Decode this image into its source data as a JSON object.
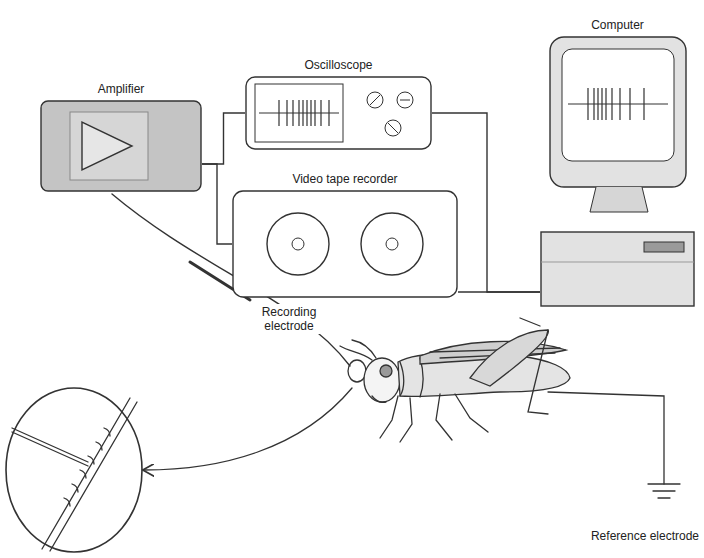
{
  "diagram": {
    "nodes": [
      {
        "text": [
          "Amplifier"
        ]
      },
      {
        "text": [
          "Oscilloscope"
        ]
      },
      {
        "text": [
          "Video tape recorder"
        ]
      },
      {
        "text": [
          "Computer"
        ]
      }
    ],
    "edges": [
      {
        "from": 0,
        "to": 1,
        "arrow": "none"
      },
      {
        "from": 0,
        "to": 2,
        "arrow": "none"
      },
      {
        "from": 1,
        "to": 3,
        "arrow": "none"
      },
      {
        "from": 2,
        "to": 3,
        "arrow": "none"
      }
    ],
    "labels": [
      "Recording electrode",
      "Reference electrode"
    ]
  }
}
